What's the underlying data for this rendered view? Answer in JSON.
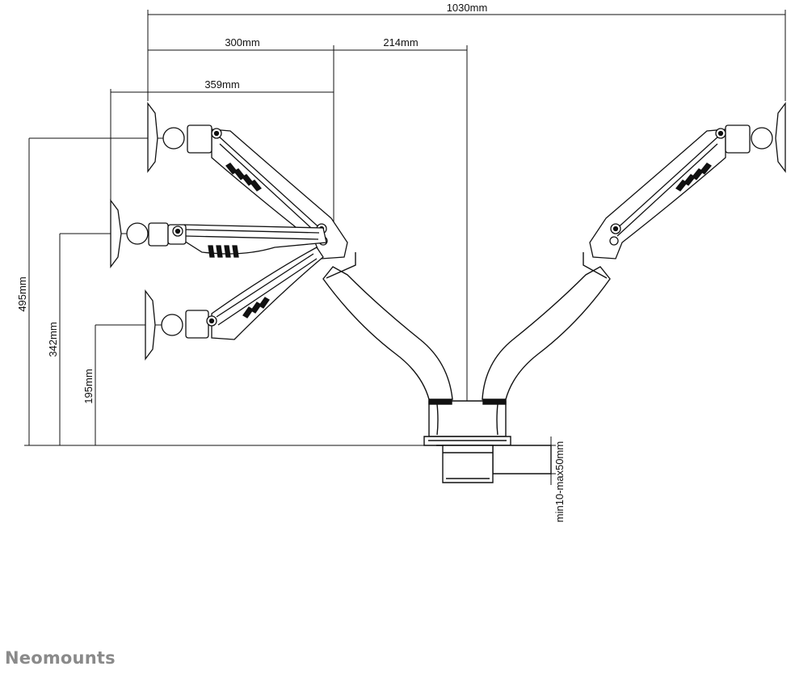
{
  "dimensions": {
    "total_width": "1030mm",
    "arm_reach": "300mm",
    "pole_offset": "214mm",
    "arm_extension": "359mm",
    "height_high": "495mm",
    "height_mid": "342mm",
    "height_low": "195mm",
    "desk_thickness": "min10-max50mm"
  },
  "brand": {
    "name": "Neomounts"
  },
  "colors": {
    "line": "#111111",
    "brand_gray": "#8a8a8a"
  }
}
